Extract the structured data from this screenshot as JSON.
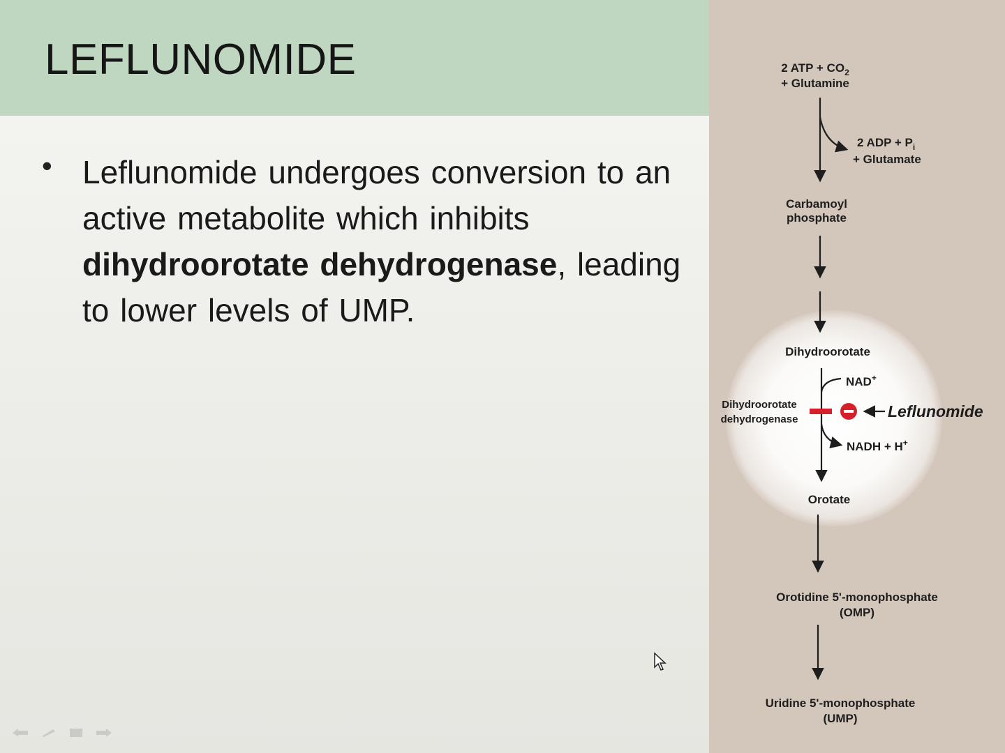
{
  "slide": {
    "title": "LEFLUNOMIDE",
    "bullet_symbol": "•",
    "bullet": {
      "text_1": "Leflunomide undergoes conversion to an active metabolite which inhibits ",
      "bold_1": "dihydroorotate dehydrogenase",
      "text_2": ", leading to lower levels of UMP."
    }
  },
  "pathway": {
    "start_line1": "2 ATP + CO",
    "start_line1_sub": "2",
    "start_line2": "+ Glutamine",
    "side1_line1": "2 ADP + P",
    "side1_line1_sub": "i",
    "side1_line2": "+ Glutamate",
    "carbamoyl_line1": "Carbamoyl",
    "carbamoyl_line2": "phosphate",
    "dihydroorotate": "Dihydroorotate",
    "nad": "NAD",
    "nad_sup": "+",
    "enzyme_line1": "Dihydroorotate",
    "enzyme_line2": "dehydrogenase",
    "inhibitor": "Leflunomide",
    "nadh": "NADH + H",
    "nadh_sup": "+",
    "orotate": "Orotate",
    "omp_line1": "Orotidine 5'-monophosphate",
    "omp_line2": "(OMP)",
    "ump_line1": "Uridine 5'-monophosphate",
    "ump_line2": "(UMP)",
    "colors": {
      "inhibition": "#d4202a",
      "panel": "#d3c6bb",
      "title_band": "#bfd6c0"
    }
  },
  "icons": [
    "cursor-arrow-icon",
    "nav-prev-icon",
    "nav-pen-icon",
    "nav-menu-icon",
    "nav-next-icon"
  ]
}
